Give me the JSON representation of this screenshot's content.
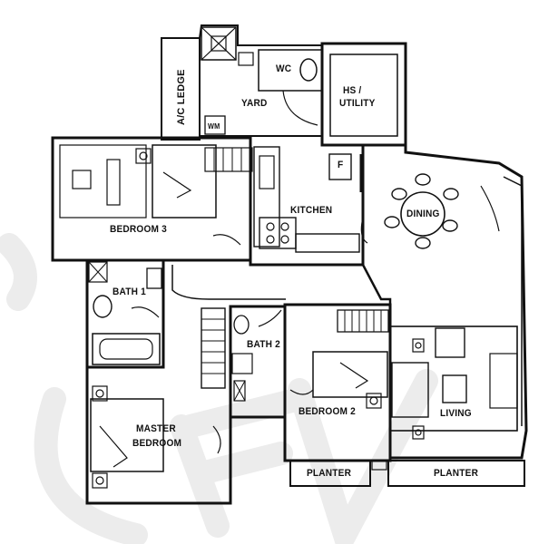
{
  "rooms": {
    "ac_ledge": "A/C LEDGE",
    "yard": "YARD",
    "wc": "WC",
    "hs_utility_line1": "HS /",
    "hs_utility_line2": "UTILITY",
    "bedroom3": "BEDROOM 3",
    "kitchen": "KITCHEN",
    "dining": "DINING",
    "bath1": "BATH 1",
    "bath2": "BATH 2",
    "master_line1": "MASTER",
    "master_line2": "BEDROOM",
    "bedroom2": "BEDROOM 2",
    "living": "LIVING",
    "planter_left": "PLANTER",
    "planter_right": "PLANTER"
  },
  "fixtures": {
    "washing_machine": "WM",
    "fridge": "F"
  },
  "colors": {
    "wall": "#111111",
    "watermark": "#e9e9e9",
    "background": "#ffffff"
  }
}
